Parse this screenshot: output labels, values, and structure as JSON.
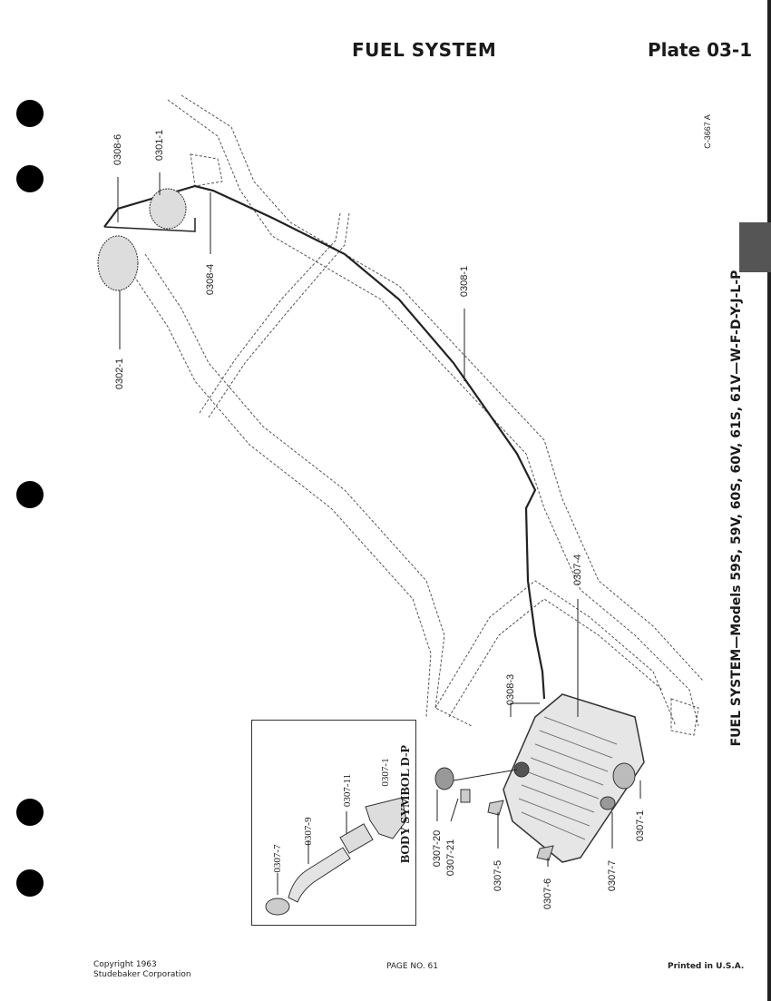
{
  "header": {
    "title": "FUEL SYSTEM",
    "plate": "Plate 03-1"
  },
  "drawing_code": "C-3667 A",
  "side_title": "FUEL SYSTEM—Models 59S, 59V, 60S, 60V, 61S, 61V—W-F-D-Y-J-L-P",
  "callouts": {
    "c0308_6": "0308-6",
    "c0301_1": "0301-1",
    "c0302_1": "0302-1",
    "c0308_4": "0308-4",
    "c0308_1": "0308-1",
    "c0307_4": "0307-4",
    "c0308_3": "0308-3",
    "c0307_20": "0307-20",
    "c0307_21": "0307-21",
    "c0307_5": "0307-5",
    "c0307_6": "0307-6",
    "c0307_7": "0307-7",
    "c0307_1": "0307-1"
  },
  "inset": {
    "title": "BODY SYMBOL D-P",
    "callouts": [
      "0307-7",
      "0307-9",
      "0307-11",
      "0307-1"
    ]
  },
  "footer": {
    "copyright_line1": "Copyright 1963",
    "copyright_line2": "Studebaker Corporation",
    "page": "PAGE NO. 61",
    "printed": "Printed in U.S.A."
  }
}
